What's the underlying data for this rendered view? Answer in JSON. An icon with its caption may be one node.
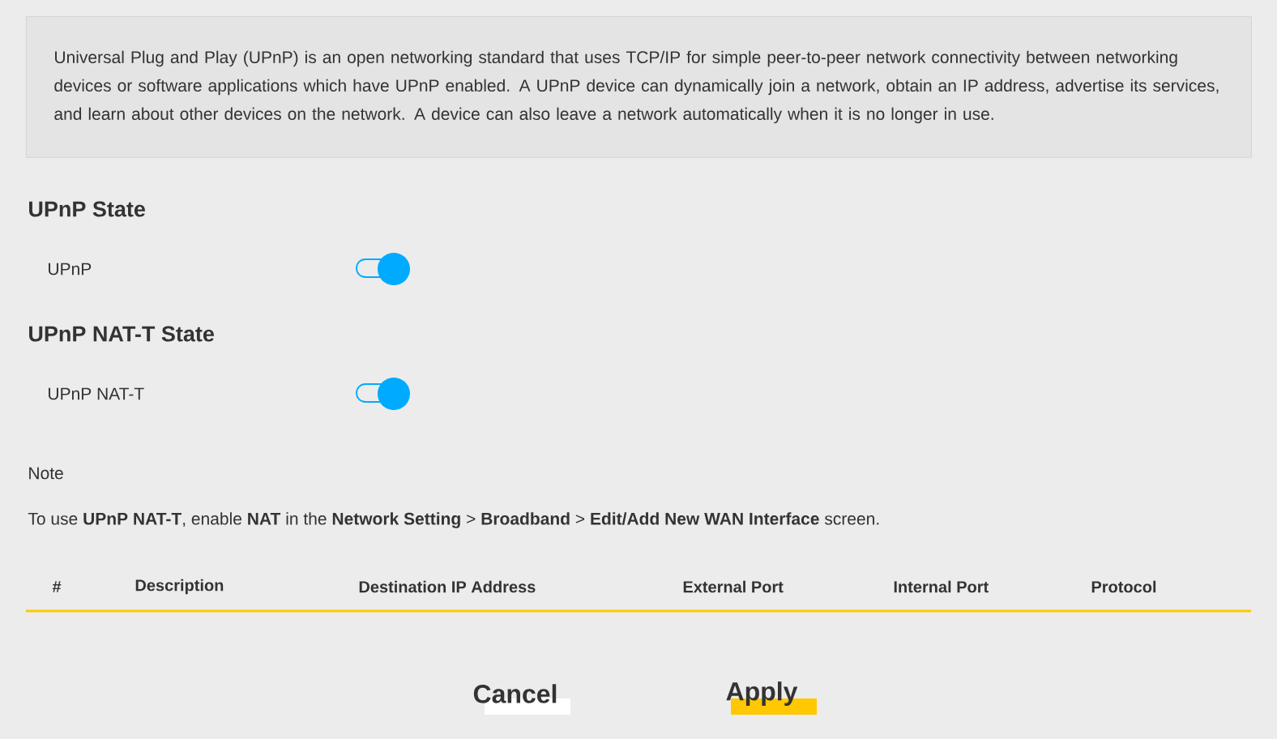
{
  "diagram": {
    "nodes": [
      {
        "text": [
          "Universal Plug and Play (UPnP) is an open networking standard that uses TCP/IP for simple peer-to-peer network connectivity between networking devices or software applications which have UPnP enabled. A UPnP device can dynamically join a network, obtain an IP address, advertise its services, and learn about other devices on the network. A device can also leave a network automatically when it is no longer in use."
        ]
      },
      {
        "text": [
          "Cancel"
        ]
      },
      {
        "text": [
          "Apply"
        ]
      }
    ],
    "labels": [
      "UPnP State",
      "UPnP",
      "UPnP NAT-T State",
      "UPnP NAT-T",
      "Note",
      "To use **UPnP NAT-T**, enable **NAT** in the **Network Setting** > **Broadband** > **Edit/Add New WAN Interface** screen.",
      "#",
      "Description",
      "Destination IP Address",
      "External Port",
      "Internal Port",
      "Protocol"
    ]
  }
}
